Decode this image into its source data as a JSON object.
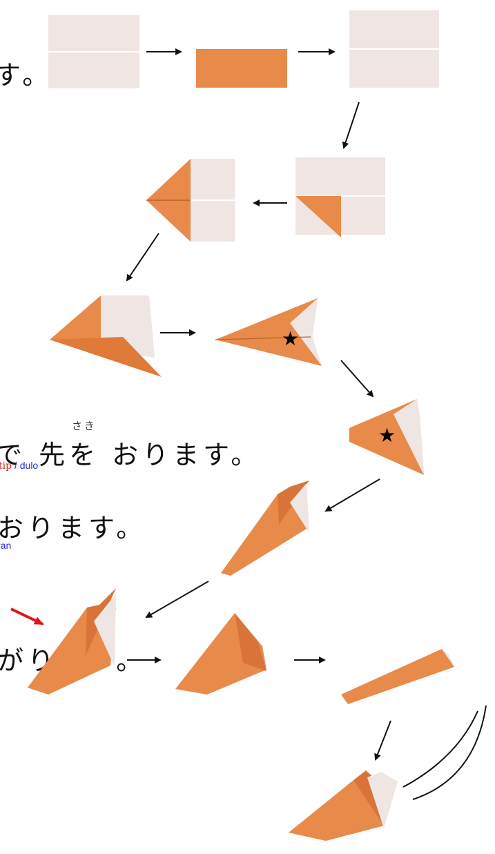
{
  "lines": {
    "line1_tail": "す。",
    "line4_text": "で 先を おります。",
    "line4_ruby": "さき",
    "line4_gloss_red": "tip",
    "line4_gloss_sep": " / ",
    "line4_gloss_blue": "dulo",
    "line5_text": "おります。",
    "line5_gloss_blue": "ran",
    "line6_text": "がりです。"
  },
  "colors": {
    "paper_orange": "#e88a4a",
    "paper_light": "#efe6e4",
    "arrow": "#111111",
    "red_arrow": "#e01515"
  },
  "icons": [
    "star-icon",
    "arrow-icon",
    "motion-lines-icon"
  ]
}
